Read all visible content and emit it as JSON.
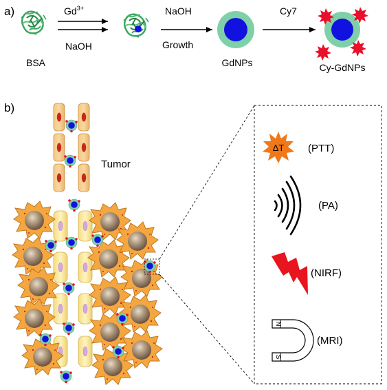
{
  "panel_a": {
    "label": "a)",
    "step1": {
      "top": "Gd",
      "top_sup": "3+",
      "bottom": "NaOH"
    },
    "step2": {
      "top": "NaOH",
      "bottom": "Growth"
    },
    "step3": {
      "top": "Cy7"
    },
    "bsa_label": "BSA",
    "gdnps_label": "GdNPs",
    "cy_gdnps_label": "Cy-GdNPs"
  },
  "panel_b": {
    "label": "b)",
    "tumor_label": "Tumor",
    "modalities": [
      {
        "label": "(PTT)",
        "icon": "heat-burst-icon",
        "icon_text": "ΔT"
      },
      {
        "label": "(PA)",
        "icon": "sound-waves-icon"
      },
      {
        "label": "(NIRF)",
        "icon": "lightning-bolt-icon"
      },
      {
        "label": "(MRI)",
        "icon": "magnet-icon",
        "pole_n": "N",
        "pole_s": "S"
      }
    ]
  },
  "colors": {
    "protein_green": "#3aa860",
    "nanoparticle_core": "#1212e0",
    "nanoparticle_shell": "#7fd0a8",
    "cy7_red": "#e8102a",
    "ptt_orange": "#f07818",
    "bolt_red": "#e8141e",
    "tumor_cell": "#f4a640",
    "nucleus": "#a08668",
    "vessel_cell": "#f0c070",
    "vessel_nucleus": "#c8281c"
  }
}
